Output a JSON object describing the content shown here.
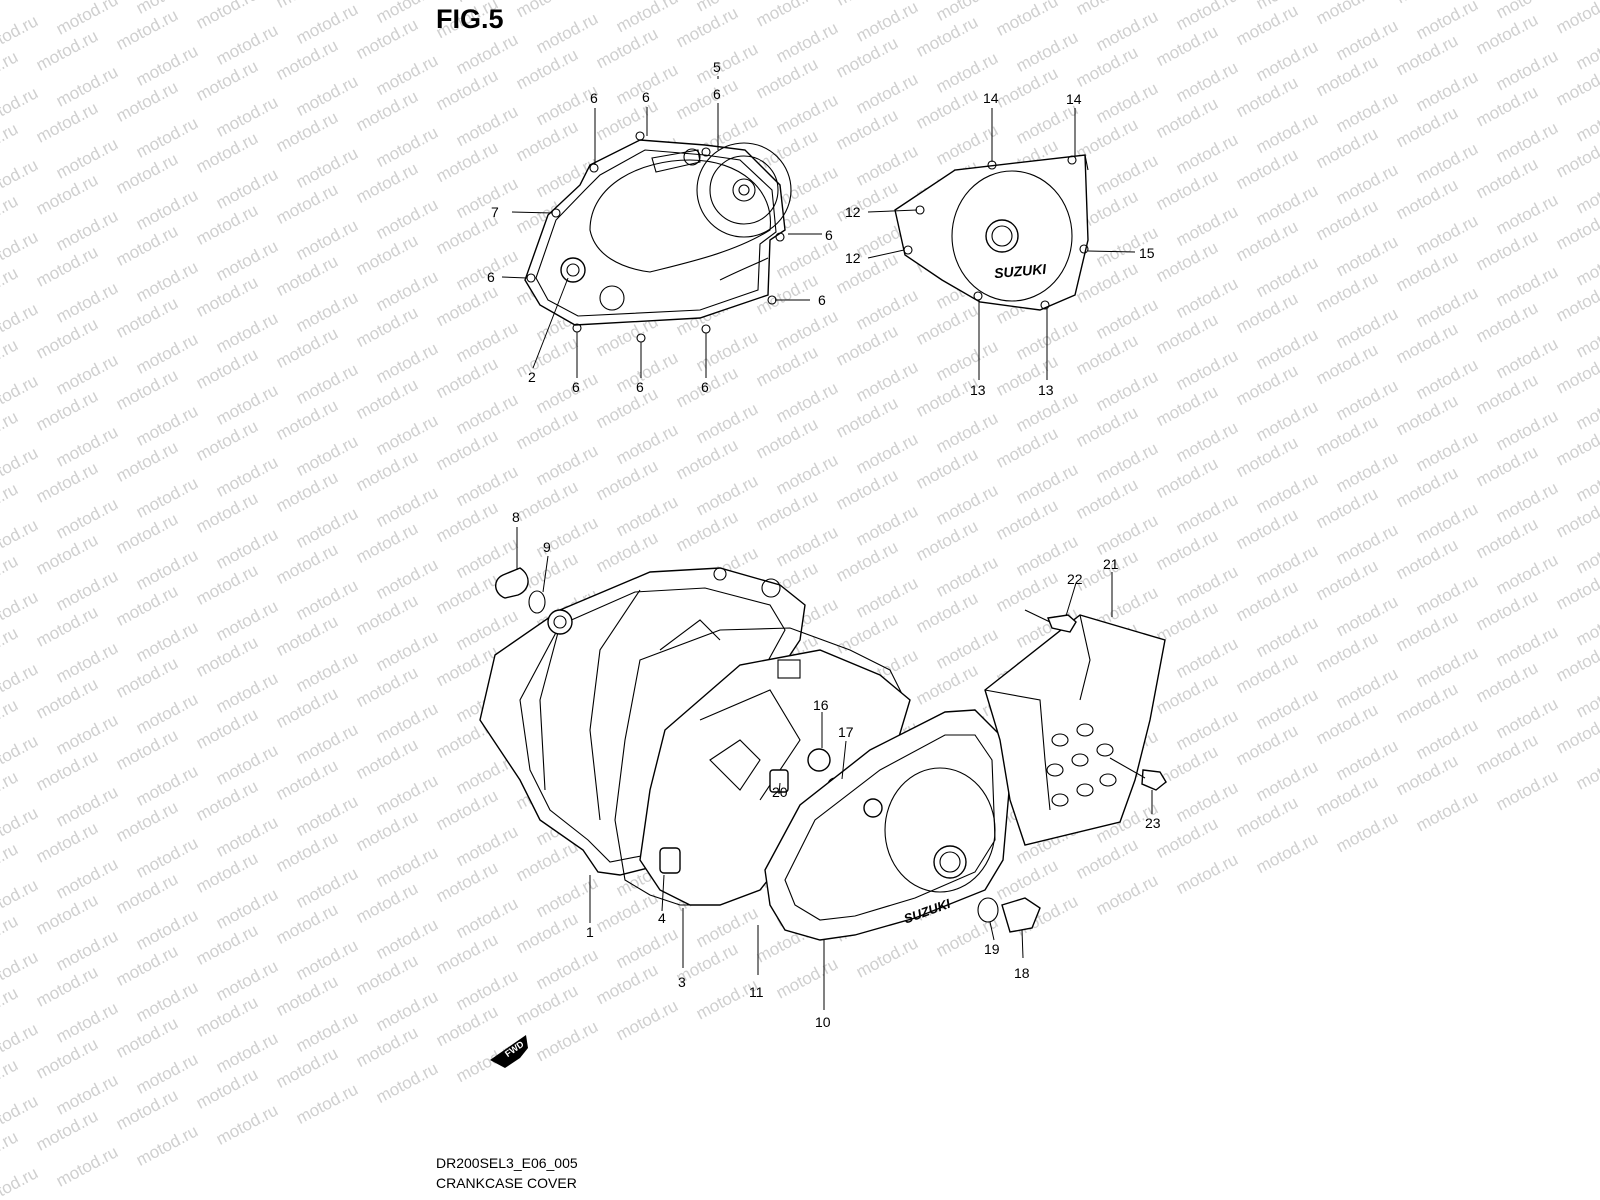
{
  "figure": {
    "title": "FIG.5"
  },
  "footer": {
    "code": "DR200SEL3_E06_005",
    "caption": "CRANKCASE COVER"
  },
  "watermark": {
    "text": "motod.ru",
    "color": "#cfcfcf"
  },
  "brand_text": "SUZUKI",
  "fwd_label": "FWD",
  "callouts": {
    "c5": "5",
    "c6a": "6",
    "c6b": "6",
    "c6c": "6",
    "c7": "7",
    "c6d": "6",
    "c6e": "6",
    "c6f": "6",
    "c2": "2",
    "c6g": "6",
    "c6h": "6",
    "c6i": "6",
    "c14a": "14",
    "c14b": "14",
    "c12a": "12",
    "c12b": "12",
    "c15": "15",
    "c13a": "13",
    "c13b": "13",
    "c8": "8",
    "c9": "9",
    "c22": "22",
    "c21": "21",
    "c16": "16",
    "c17": "17",
    "c20": "20",
    "c23": "23",
    "c1": "1",
    "c4": "4",
    "c3": "3",
    "c11": "11",
    "c10": "10",
    "c19": "19",
    "c18": "18"
  }
}
